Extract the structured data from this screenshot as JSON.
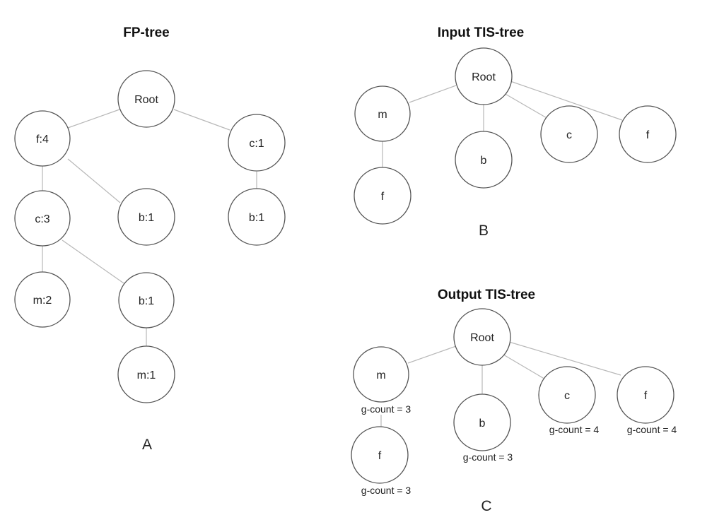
{
  "panels": {
    "fp_tree": {
      "title": "FP-tree",
      "letter": "A",
      "nodes": {
        "root": "Root",
        "f4": "f:4",
        "c1": "c:1",
        "c3": "c:3",
        "b1_left": "b:1",
        "b1_right": "b:1",
        "m2": "m:2",
        "b1_mid": "b:1",
        "m1": "m:1"
      }
    },
    "input_tis_tree": {
      "title": "Input TIS-tree",
      "letter": "B",
      "nodes": {
        "root": "Root",
        "m": "m",
        "b": "b",
        "c": "c",
        "f_top": "f",
        "f_child": "f"
      }
    },
    "output_tis_tree": {
      "title": "Output TIS-tree",
      "letter": "C",
      "nodes": {
        "root": "Root",
        "m": "m",
        "b": "b",
        "c": "c",
        "f_top": "f",
        "f_child": "f"
      },
      "gcounts": {
        "m": "g-count = 3",
        "b": "g-count = 3",
        "c": "g-count = 4",
        "f_top": "g-count = 4",
        "f_child": "g-count = 3"
      }
    }
  }
}
